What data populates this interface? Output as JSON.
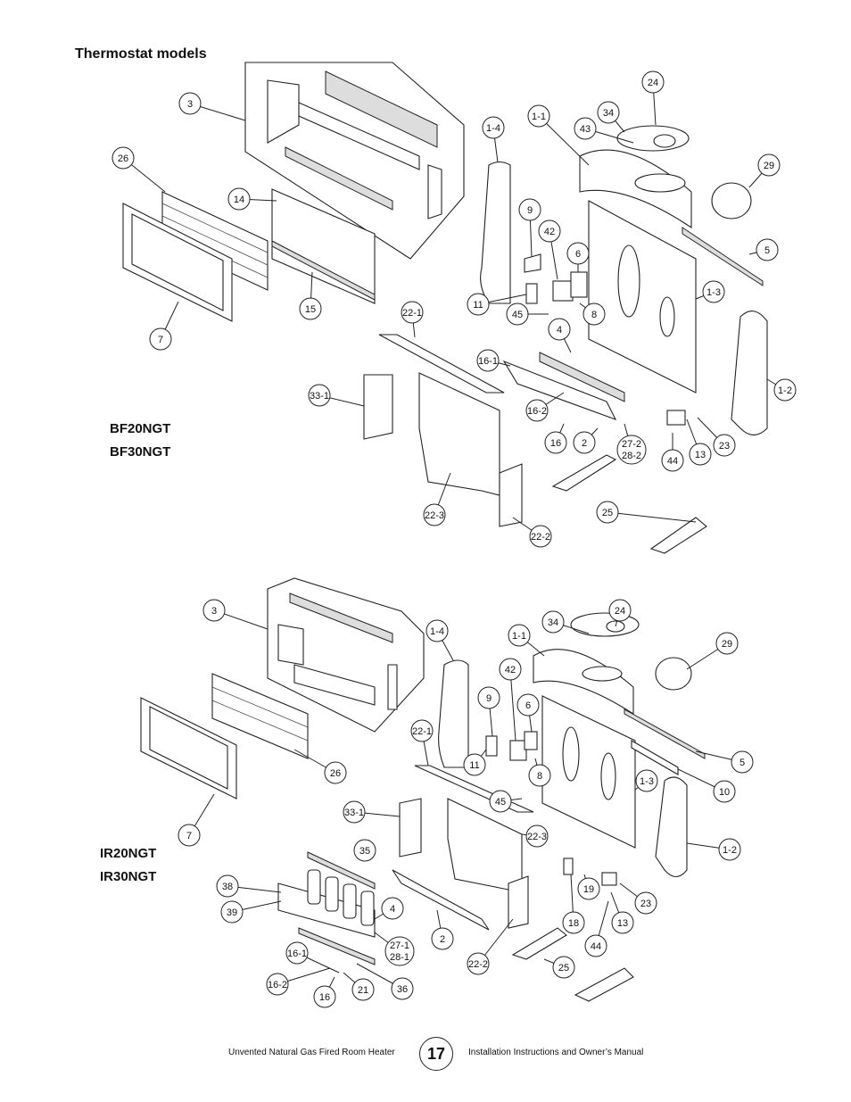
{
  "heading": "Thermostat models",
  "models": {
    "top_first": "BF20NGT",
    "top_second": "BF30NGT",
    "bottom_first": "IR20NGT",
    "bottom_second": "IR30NGT"
  },
  "footer": {
    "left": "Unvented Natural Gas Fired Room Heater",
    "page_number": "17",
    "right": "Installation Instructions and Owner’s Manual"
  },
  "top_callouts": [
    "24",
    "34",
    "43",
    "1-1",
    "1-4",
    "29",
    "3",
    "26",
    "14",
    "9",
    "42",
    "6",
    "5",
    "1-3",
    "11",
    "45",
    "8",
    "15",
    "7",
    "22-1",
    "4",
    "16-1",
    "1-2",
    "33-1",
    "16-2",
    "16",
    "2",
    "27-2\n28-2",
    "44",
    "13",
    "23",
    "22-3",
    "25",
    "22-2"
  ],
  "bottom_callouts": [
    "3",
    "34",
    "24",
    "1-4",
    "1-1",
    "29",
    "42",
    "9",
    "6",
    "22-1",
    "11",
    "5",
    "26",
    "8",
    "10",
    "45",
    "1-3",
    "33-1",
    "7",
    "22-3",
    "1-2",
    "35",
    "38",
    "39",
    "4",
    "19",
    "23",
    "13",
    "18",
    "2",
    "44",
    "27-1\n28-1",
    "25",
    "16-1",
    "22-2",
    "16-2",
    "16",
    "21",
    "36"
  ]
}
